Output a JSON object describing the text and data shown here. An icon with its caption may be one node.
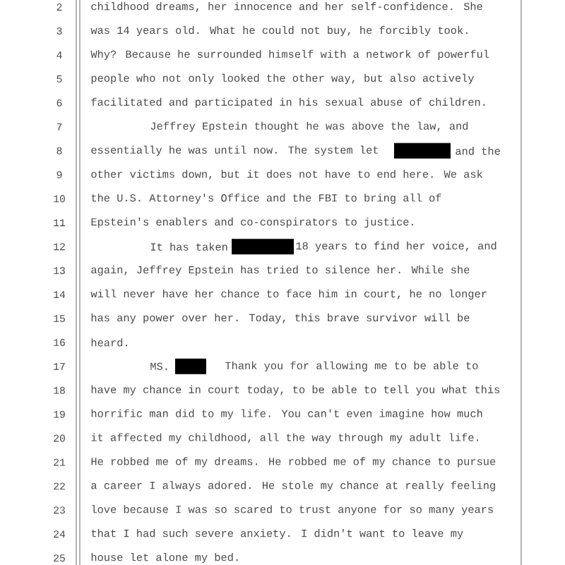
{
  "diagram": {
    "labels": [
      "2",
      "childhood dreams, her innocence and her self-confidence. She",
      "3",
      "was 14 years old. What he could not buy, he forcibly took.",
      "4",
      "Why? Because he surrounded himself with a network of powerful",
      "5",
      "people who not only looked the other way, but also actively",
      "6",
      "facilitated and participated in his sexual abuse of children.",
      "7",
      "Jeffrey Epstein thought he was above the law, and",
      "8",
      "essentially he was until now. The system let",
      "and the",
      "9",
      "other victims down, but it does not have to end here. We ask",
      "10",
      "the U.S. Attorney's Office and the FBI to bring all of",
      "11",
      "Epstein's enablers and co-conspirators to justice.",
      "12",
      "It has taken",
      "18 years to find her voice, and",
      "13",
      "again, Jeffrey Epstein has tried to silence her. While she",
      "14",
      "will never have her chance to face him in court, he no longer",
      "15",
      "has any power over her. Today, this brave survivor will be",
      "16",
      "heard.",
      "17",
      "MS.",
      "Thank you for allowing me to be able to",
      "18",
      "have my chance in court today, to be able to tell you what this",
      "19",
      "horrific man did to my life. You can't even imagine how much",
      "20",
      "it affected my childhood, all the way through my adult life.",
      "21",
      "He robbed me of my dreams. He robbed me of my chance to pursue",
      "22",
      "a career I always adored. He stole my chance at really feeling",
      "23",
      "love because I was so scared to trust anyone for so many years",
      "24",
      "that I had such severe anxiety. I didn't want to leave my",
      "25",
      "house let alone my bed."
    ]
  }
}
